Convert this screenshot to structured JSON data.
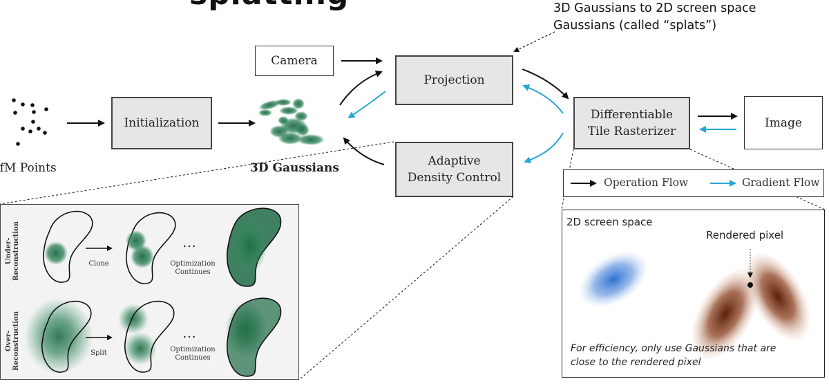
{
  "header": {
    "title_fragment": "splatting",
    "splat_caption": "3D Gaussians to 2D screen space\nGaussians (called “splats”)"
  },
  "pipeline": {
    "sfm_points_label": "SfM Points",
    "initialization": "Initialization",
    "gaussians_label": "3D Gaussians",
    "camera": "Camera",
    "projection": "Projection",
    "adaptive_density_control": "Adaptive\nDensity Control",
    "rasterizer": "Differentiable\nTile Rasterizer",
    "image": "Image"
  },
  "legend": {
    "operation_flow": "Operation Flow",
    "gradient_flow": "Gradient Flow"
  },
  "density_panel": {
    "under_label": "Under-\nReconstruction",
    "over_label": "Over-\nReconstruction",
    "clone": "Clone",
    "split": "Split",
    "optimization_1": "Optimization\nContinues",
    "optimization_2": "Optimization\nContinues",
    "ellipsis_1": "…",
    "ellipsis_2": "…"
  },
  "screen_panel": {
    "title": "2D screen space",
    "rendered_pixel": "Rendered pixel",
    "note": "For efficiency, only use Gaussians that are\nclose to the rendered pixel"
  },
  "colors": {
    "operation": "#111111",
    "gradient": "#27a6d3",
    "gaussian_green": "#1e6b45",
    "box_fill": "#e6e6e6"
  }
}
